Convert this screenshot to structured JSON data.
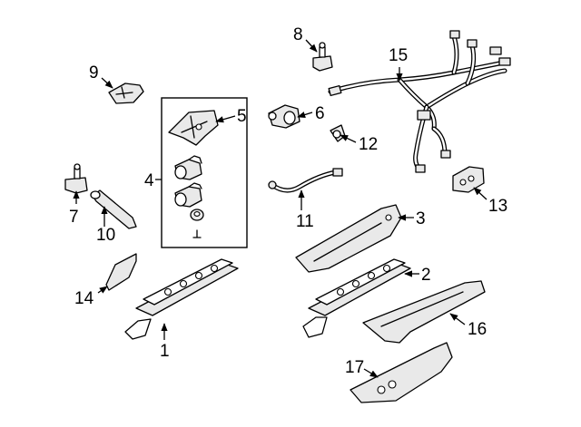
{
  "callouts": {
    "c1": "1",
    "c2": "2",
    "c3": "3",
    "c4": "4",
    "c5": "5",
    "c6": "6",
    "c7": "7",
    "c8": "8",
    "c9": "9",
    "c10": "10",
    "c11": "11",
    "c12": "12",
    "c13": "13",
    "c14": "14",
    "c15": "15",
    "c16": "16",
    "c17": "17"
  },
  "colors": {
    "ink": "#000000",
    "background": "#ffffff",
    "part_fill": "#e9e9e9"
  }
}
